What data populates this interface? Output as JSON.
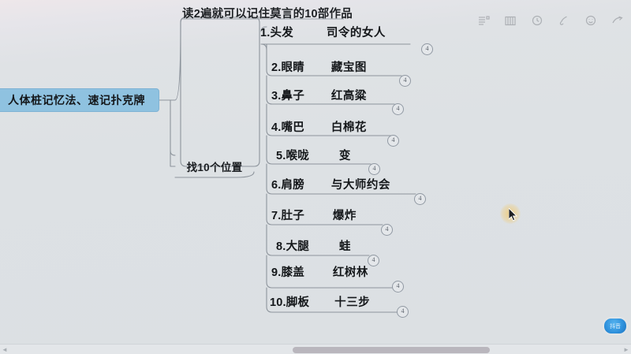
{
  "app": {
    "background_color": "#dde1e4",
    "accent_color": "#8fc2e0"
  },
  "toolbar": {
    "icons": [
      {
        "name": "outline-view-icon",
        "label": "大纲"
      },
      {
        "name": "grid-layout-icon",
        "label": "布局"
      },
      {
        "name": "history-clock-icon",
        "label": "历史"
      },
      {
        "name": "theme-brush-icon",
        "label": "主题"
      },
      {
        "name": "emoji-face-icon",
        "label": "表情"
      },
      {
        "name": "share-arrow-icon",
        "label": "分享"
      }
    ]
  },
  "mindmap": {
    "title": "读2遍就可以记住莫言的10部作品",
    "root": {
      "label": "人体桩记忆法、速记扑克牌"
    },
    "branch": {
      "label": "找10个位置"
    },
    "leaves": [
      {
        "index": "1.头发",
        "work": "司令的女人",
        "badge": "4"
      },
      {
        "index": "2.眼睛",
        "work": "藏宝图",
        "badge": "4"
      },
      {
        "index": "3.鼻子",
        "work": "红高粱",
        "badge": "4"
      },
      {
        "index": "4.嘴巴",
        "work": "白棉花",
        "badge": "4"
      },
      {
        "index": "5.喉咙",
        "work": "变",
        "badge": "4"
      },
      {
        "index": "6.肩膀",
        "work": "与大师约会",
        "badge": "4"
      },
      {
        "index": "7.肚子",
        "work": "爆炸",
        "badge": "4"
      },
      {
        "index": "8.大腿",
        "work": "蛙",
        "badge": "4"
      },
      {
        "index": "9.膝盖",
        "work": "红树林",
        "badge": "4"
      },
      {
        "index": "10.脚板",
        "work": "十三步",
        "badge": "4"
      }
    ]
  },
  "watermark": {
    "text": "抖音"
  },
  "scrollbar": {
    "left_arrow": "◄",
    "right_arrow": "►"
  }
}
